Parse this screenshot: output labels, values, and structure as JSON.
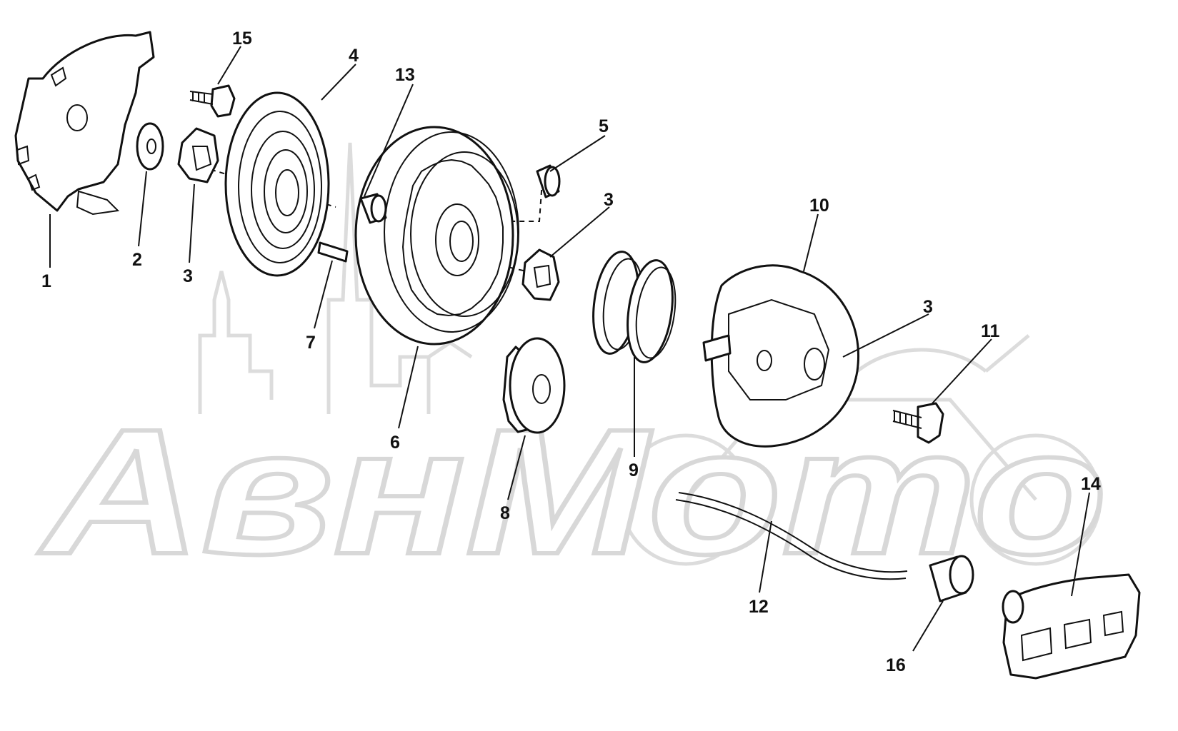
{
  "watermark": {
    "text": "АвнМото"
  },
  "callouts": [
    "1",
    "2",
    "3",
    "4",
    "5",
    "6",
    "7",
    "8",
    "9",
    "10",
    "11",
    "12",
    "13",
    "14",
    "15",
    "16"
  ]
}
